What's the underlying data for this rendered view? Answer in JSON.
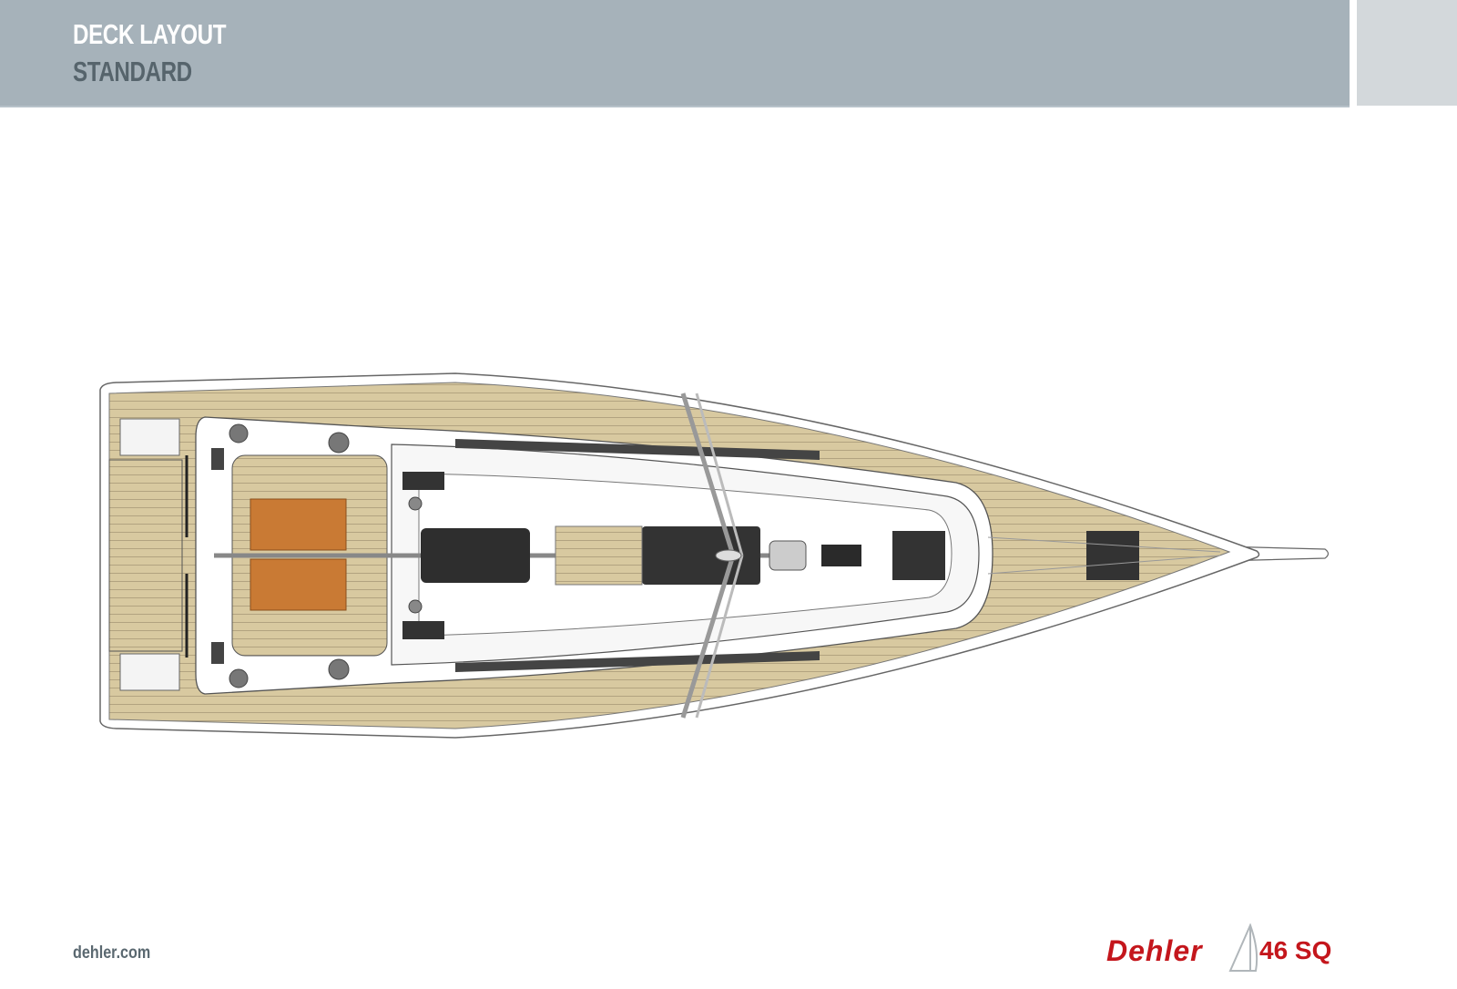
{
  "header": {
    "title": "DECK LAYOUT",
    "subtitle": "STANDARD"
  },
  "drawing": {
    "subject": "deck-plan",
    "colors": {
      "teak": "#d8c9a0",
      "teak_line": "#a89a78",
      "cushion": "#c97a34",
      "winch": "#555555",
      "hull_line": "#6b6b6b"
    }
  },
  "footer": {
    "website": "dehler.com",
    "brand": "Dehler",
    "model": "46 SQ",
    "brand_color": "#c4161c"
  }
}
